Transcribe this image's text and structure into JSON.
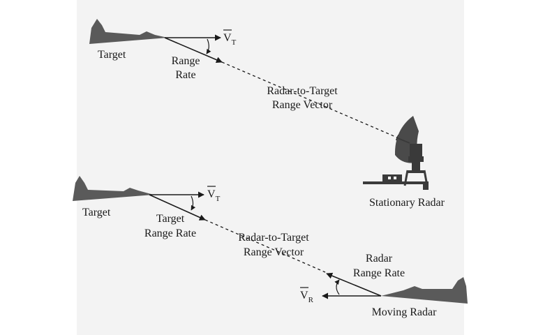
{
  "colors": {
    "background": "#f3f3f3",
    "ink": "#1a1a1a",
    "silhouette": "#5a5a5a"
  },
  "top_scene": {
    "target_label": "Target",
    "velocity_label": "V",
    "velocity_subscript": "T",
    "range_rate_line1": "Range",
    "range_rate_line2": "Rate",
    "range_vector_line1": "Radar-to-Target",
    "range_vector_line2": "Range Vector",
    "radar_label": "Stationary Radar",
    "radar_icon": "radar-dish-icon",
    "target_icon": "aircraft-icon"
  },
  "bottom_scene": {
    "target_label": "Target",
    "velocity_label": "V",
    "velocity_subscript": "T",
    "target_range_rate_line1": "Target",
    "target_range_rate_line2": "Range Rate",
    "range_vector_line1": "Radar-to-Target",
    "range_vector_line2": "Range Vector",
    "radar_range_rate_line1": "Radar",
    "radar_range_rate_line2": "Range Rate",
    "radar_velocity_label": "V",
    "radar_velocity_subscript": "R",
    "radar_label": "Moving Radar",
    "target_icon": "aircraft-icon",
    "radar_icon": "aircraft-icon"
  }
}
